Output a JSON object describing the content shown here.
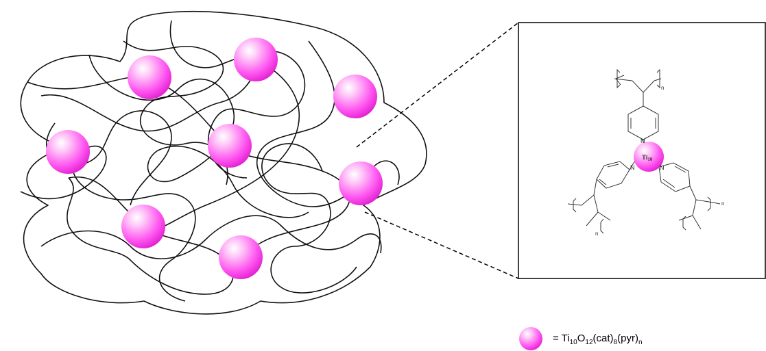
{
  "colors": {
    "sphere": "#ff4df2",
    "sphere_light": "#ffd6fb",
    "line": "#111111",
    "frame": "#000000"
  },
  "inset": {
    "metal_label": "Ti",
    "metal_sub": "10",
    "nitrogen_label": "N",
    "repeat_label": "n"
  },
  "legend": {
    "equals": "=",
    "t1": "Ti",
    "s1": "10",
    "t2": "O",
    "s2": "12",
    "t3": "(cat)",
    "s3": "8",
    "t4": "(pyr)",
    "s4": "n"
  }
}
